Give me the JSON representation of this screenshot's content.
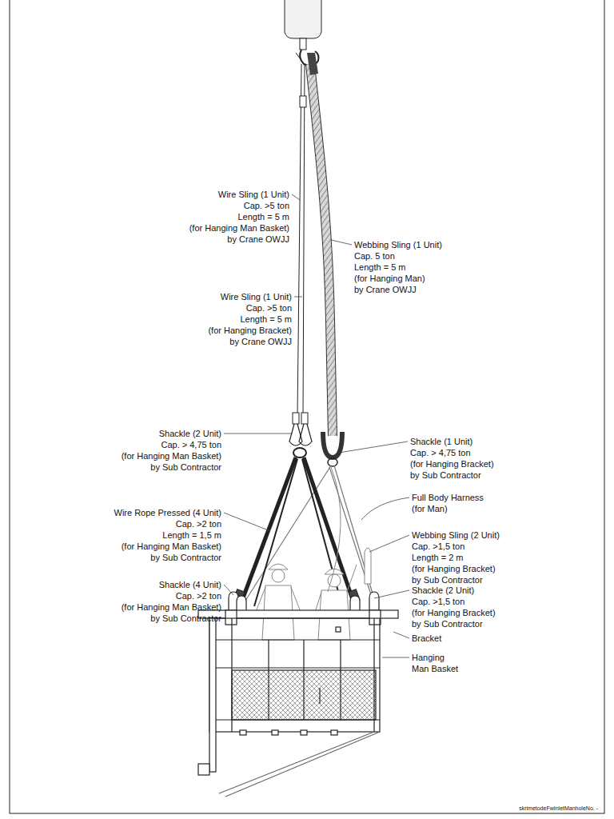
{
  "diagram": {
    "labels": [
      "Wire Sling (1 Unit)",
      "Cap. >5 ton",
      "Length = 5 m",
      "(for Hanging Man Basket)",
      "by Crane OWJJ",
      "Webbing Sling (1 Unit)",
      "Cap. 5 ton",
      "Length = 5 m",
      "(for Hanging Man)",
      "by Crane OWJJ",
      "Wire Sling (1 Unit)",
      "Cap. >5 ton",
      "Length = 5 m",
      "(for Hanging Bracket)",
      "by Crane OWJJ",
      "Shackle (2 Unit)",
      "Cap. > 4,75 ton",
      "(for Hanging Man Basket)",
      "by Sub Contractor",
      "Shackle (1 Unit)",
      "Cap. > 4,75 ton",
      "(for Hanging Bracket)",
      "by Sub Contractor",
      "Full Body Harness",
      "(for Man)",
      "Wire Rope Pressed (4 Unit)",
      "Cap. >2 ton",
      "Length = 1,5 m",
      "(for Hanging Man Basket)",
      "by Sub Contractor",
      "Webbing Sling (2 Unit)",
      "Cap. >1,5 ton",
      "Length = 2 m",
      "(for Hanging Bracket)",
      "by Sub Contractor",
      "Shackle (4 Unit)",
      "Cap. >2 ton",
      "(for Hanging Man Basket)",
      "by Sub Contractor",
      "Shackle (2 Unit)",
      "Cap. >1,5 ton",
      "(for Hanging Bracket)",
      "by Sub Contractor",
      "Bracket",
      "Hanging",
      "Man Basket",
      "skrimetodeFwInletManholeNo. -"
    ]
  }
}
